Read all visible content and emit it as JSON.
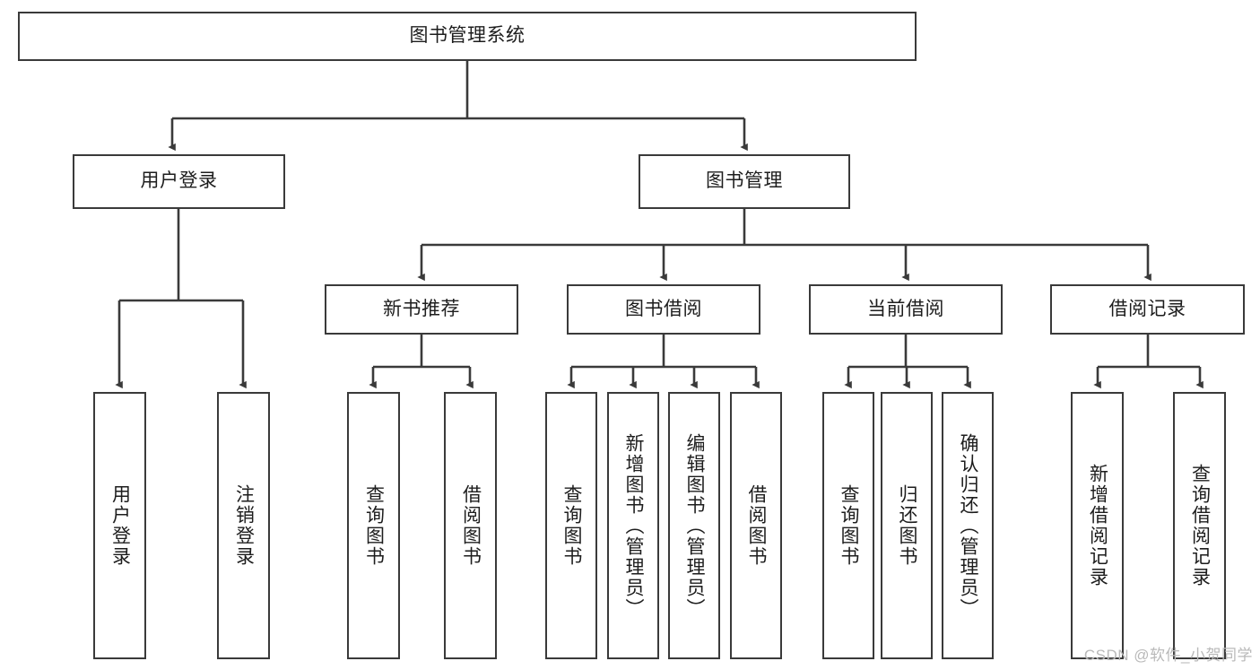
{
  "diagram": {
    "title": "图书管理系统",
    "type": "tree-hierarchy-chart",
    "watermark": "CSDN @软件_小贺同学",
    "colors": {
      "stroke": "#3a3a3a",
      "fill": "#ffffff",
      "text": "#1d1d1d",
      "watermark": "#b9b9b9"
    },
    "nodes": {
      "root": {
        "label": "图书管理系统"
      },
      "level2": [
        {
          "id": "user-login",
          "label": "用户登录"
        },
        {
          "id": "book-manage",
          "label": "图书管理"
        }
      ],
      "level3": [
        {
          "id": "new-book-rec",
          "label": "新书推荐"
        },
        {
          "id": "book-borrow",
          "label": "图书借阅"
        },
        {
          "id": "current-borrow",
          "label": "当前借阅"
        },
        {
          "id": "borrow-record",
          "label": "借阅记录"
        }
      ],
      "leaves": {
        "user_login": [
          {
            "id": "leaf-user-login",
            "label": "用户登录"
          },
          {
            "id": "leaf-logout",
            "label": "注销登录"
          }
        ],
        "new_book_rec": [
          {
            "id": "leaf-query-book-1",
            "label": "查询图书"
          },
          {
            "id": "leaf-borrow-book-1",
            "label": "借阅图书"
          }
        ],
        "book_borrow": [
          {
            "id": "leaf-query-book-2",
            "label": "查询图书"
          },
          {
            "id": "leaf-add-book",
            "label": "新增图书（管理员）"
          },
          {
            "id": "leaf-edit-book",
            "label": "编辑图书（管理员）"
          },
          {
            "id": "leaf-borrow-book-2",
            "label": "借阅图书"
          }
        ],
        "current_borrow": [
          {
            "id": "leaf-query-book-3",
            "label": "查询图书"
          },
          {
            "id": "leaf-return-book",
            "label": "归还图书"
          },
          {
            "id": "leaf-confirm-return",
            "label": "确认归还（管理员）"
          }
        ],
        "borrow_record": [
          {
            "id": "leaf-add-record",
            "label": "新增借阅记录"
          },
          {
            "id": "leaf-query-record",
            "label": "查询借阅记录"
          }
        ]
      }
    }
  }
}
